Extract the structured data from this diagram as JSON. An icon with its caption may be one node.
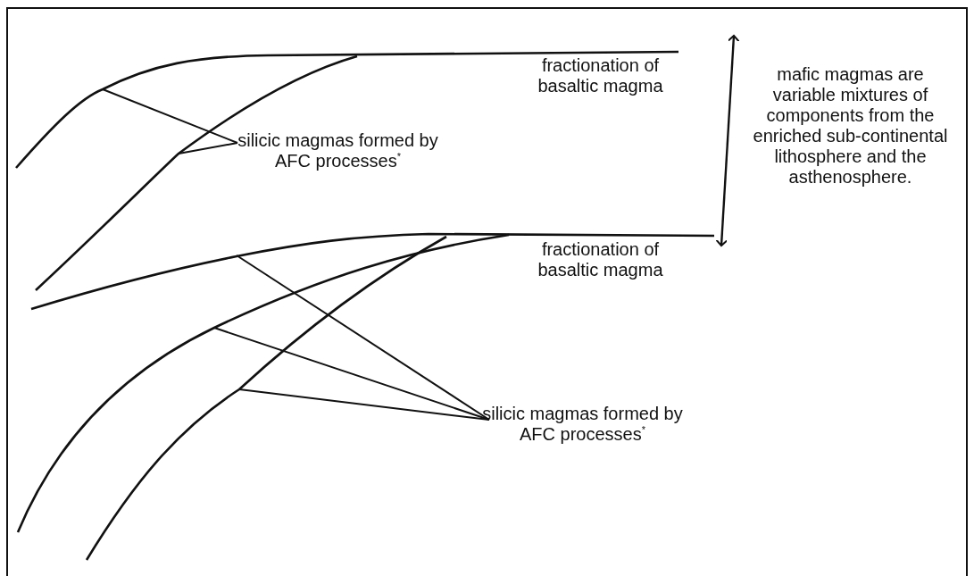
{
  "diagram": {
    "nodes": [
      {
        "text": [
          "fractionation of basaltic magma"
        ]
      },
      {
        "text": [
          "silicic magmas formed by AFC processes$^{*}$"
        ]
      },
      {
        "text": [
          "mafic magmas are variable mixtures of components from the enriched sub-continental lithosphere and the asthenosphere."
        ]
      },
      {
        "text": [
          "fractionation of basaltic magma"
        ]
      },
      {
        "text": [
          "silicic magmas formed by AFC processes$^{*}$"
        ]
      }
    ],
    "edges": [
      {
        "from": 1,
        "to": null,
        "arrow": "none"
      },
      {
        "from": 1,
        "to": null,
        "arrow": "none"
      },
      {
        "from": 4,
        "to": null,
        "arrow": "none"
      },
      {
        "from": 4,
        "to": null,
        "arrow": "none"
      },
      {
        "from": 4,
        "to": null,
        "arrow": "none"
      }
    ]
  }
}
